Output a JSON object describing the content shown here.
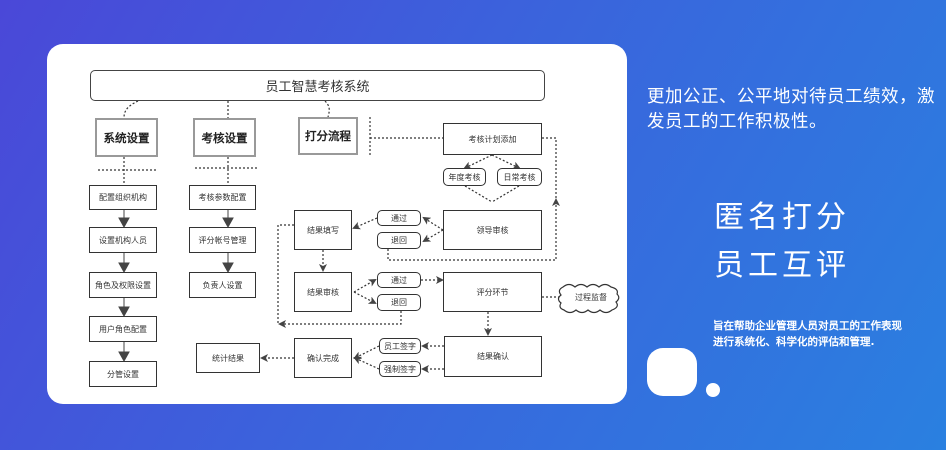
{
  "diagram": {
    "title": "员工智慧考核系统",
    "branches": {
      "system_settings": {
        "label": "系统设置",
        "steps": [
          "配置组织机构",
          "设置机构人员",
          "角色及权限设置",
          "用户角色配置",
          "分管设置"
        ]
      },
      "assessment_settings": {
        "label": "考核设置",
        "steps": [
          "考核参数配置",
          "评分帐号管理",
          "负责人设置"
        ]
      },
      "scoring_process": {
        "label": "打分流程"
      }
    },
    "flow": {
      "plan_add": "考核计划添加",
      "annual": "年度考核",
      "daily": "日常考核",
      "leader_review": "领导审核",
      "pass_1": "通过",
      "reject_1": "退回",
      "result_fill": "结果填写",
      "result_review": "结果审核",
      "pass_2": "通过",
      "reject_2": "退回",
      "scoring_stage": "评分环节",
      "supervision": "过程监督",
      "result_confirm": "结果确认",
      "employee_sign": "员工签字",
      "forced_sign": "强制签字",
      "confirm_done": "确认完成",
      "statistics": "统计结果"
    }
  },
  "right_panel": {
    "headline": "更加公正、公平地对待员工绩效，激发员工的工作积极性。",
    "feature_1": "匿名打分",
    "feature_2": "员工互评",
    "description": "旨在帮助企业管理人员对员工的工作表现进行系统化、科学化的评估和管理."
  },
  "colors": {
    "bg_start": "#4a48d8",
    "bg_end": "#2a80e0",
    "card": "#ffffff",
    "line": "#333333"
  }
}
